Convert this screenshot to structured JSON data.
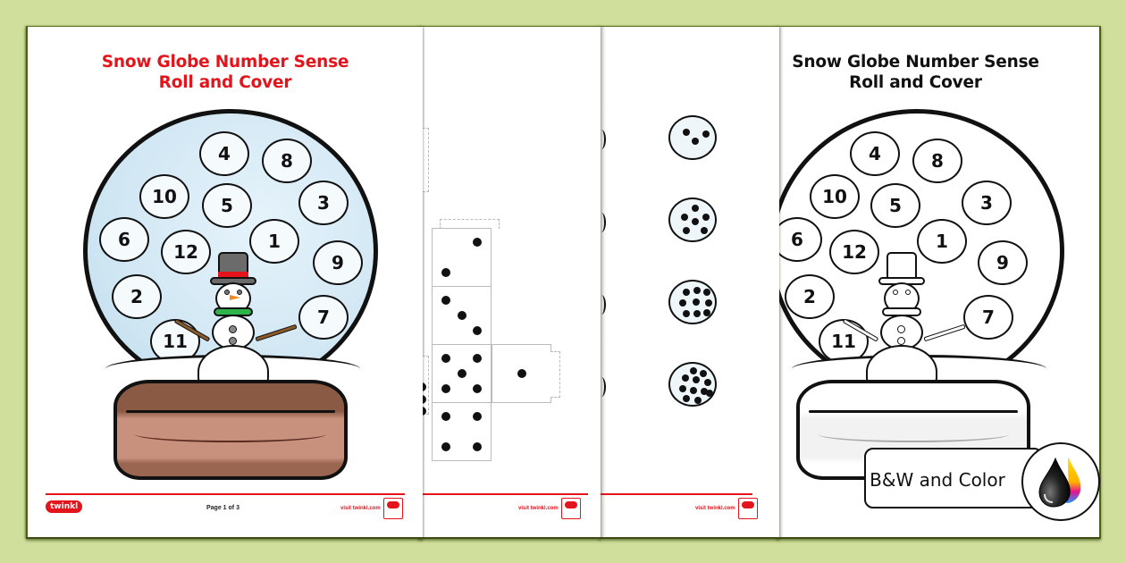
{
  "background_color": "#d0df9c",
  "pages": [
    {
      "id": "page1",
      "variant": "color",
      "title_line1": "Snow Globe Number Sense",
      "title_line2": "Roll and Cover",
      "title_color": "#e3141b",
      "numbers": [
        "4",
        "8",
        "10",
        "5",
        "3",
        "6",
        "12",
        "1",
        "9",
        "2",
        "7",
        "11"
      ],
      "footer": {
        "logo": "twinkl",
        "page_label": "Page 1 of 3",
        "visit_text": "visit twinkl.com"
      }
    },
    {
      "id": "page2",
      "variant": "dice-net",
      "faces": [
        2,
        3,
        5,
        1,
        4
      ],
      "footer": {
        "visit_text": "visit twinkl.com"
      }
    },
    {
      "id": "page3",
      "variant": "counters",
      "counters": [
        3,
        5,
        8,
        10
      ],
      "footer": {
        "visit_text": "visit twinkl.com"
      }
    },
    {
      "id": "page4",
      "variant": "bw",
      "title_line1": "Snow Globe Number Sense",
      "title_line2": "Roll and Cover",
      "title_color": "#111111",
      "numbers": [
        "4",
        "8",
        "10",
        "5",
        "3",
        "6",
        "12",
        "1",
        "9",
        "2",
        "7",
        "11"
      ]
    }
  ],
  "badge": {
    "label": "B&W and Color",
    "icon": "ink-drops-icon",
    "colors": [
      "#111111",
      "#ffe000",
      "#e8168a",
      "#1e90ff"
    ]
  }
}
